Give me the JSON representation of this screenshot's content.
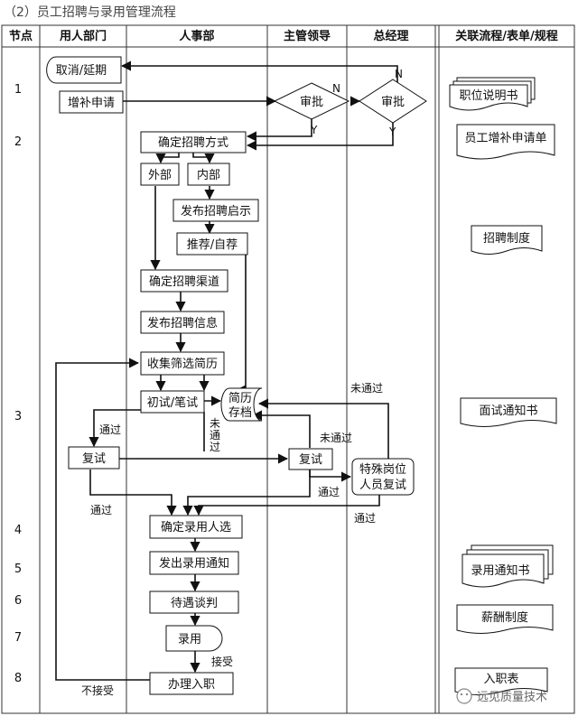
{
  "title": "（2）员工招聘与录用管理流程",
  "headers": {
    "node": "节点",
    "dept": "用人部门",
    "hr": "人事部",
    "supervisor": "主管领导",
    "gm": "总经理",
    "docs": "关联流程/表单/规程"
  },
  "nodes": [
    "1",
    "2",
    "3",
    "4",
    "5",
    "6",
    "7",
    "8"
  ],
  "steps": {
    "cancel": "取消/延期",
    "apply": "增补申请",
    "approve_supervisor": "审批",
    "approve_gm": "审批",
    "method": "确定招聘方式",
    "external": "外部",
    "internal": "内部",
    "publish_notice": "发布招聘启示",
    "recommend": "推荐/自荐",
    "channel": "确定招聘渠道",
    "publish_info": "发布招聘信息",
    "screen": "收集筛选简历",
    "initial": "初试/笔试",
    "resume_a": "简历",
    "resume_b": "存档",
    "retest_dept": "复试",
    "retest_sup": "复试",
    "special_a": "特殊岗位",
    "special_b": "人员复试",
    "confirm": "确定录用人选",
    "offer": "发出录用通知",
    "salary_talk": "待遇谈判",
    "hire": "录用",
    "onboard": "办理入职"
  },
  "labels": {
    "n1": "N",
    "n2": "N",
    "y1": "Y",
    "y2": "Y",
    "pass1": "通过",
    "pass2": "通过",
    "pass3": "通过",
    "pass4": "通过",
    "fail_vertical": "未通过",
    "fail_sup": "未通过",
    "fail_special": "未通过",
    "accept": "接受",
    "reject": "不接受"
  },
  "documents": {
    "d1": "职位说明书",
    "d2": "员工增补申请单",
    "d3": "招聘制度",
    "d4": "面试通知书",
    "d5": "录用通知书",
    "d6": "薪酬制度",
    "d7": "入职表"
  },
  "watermark": "远见质量技术"
}
